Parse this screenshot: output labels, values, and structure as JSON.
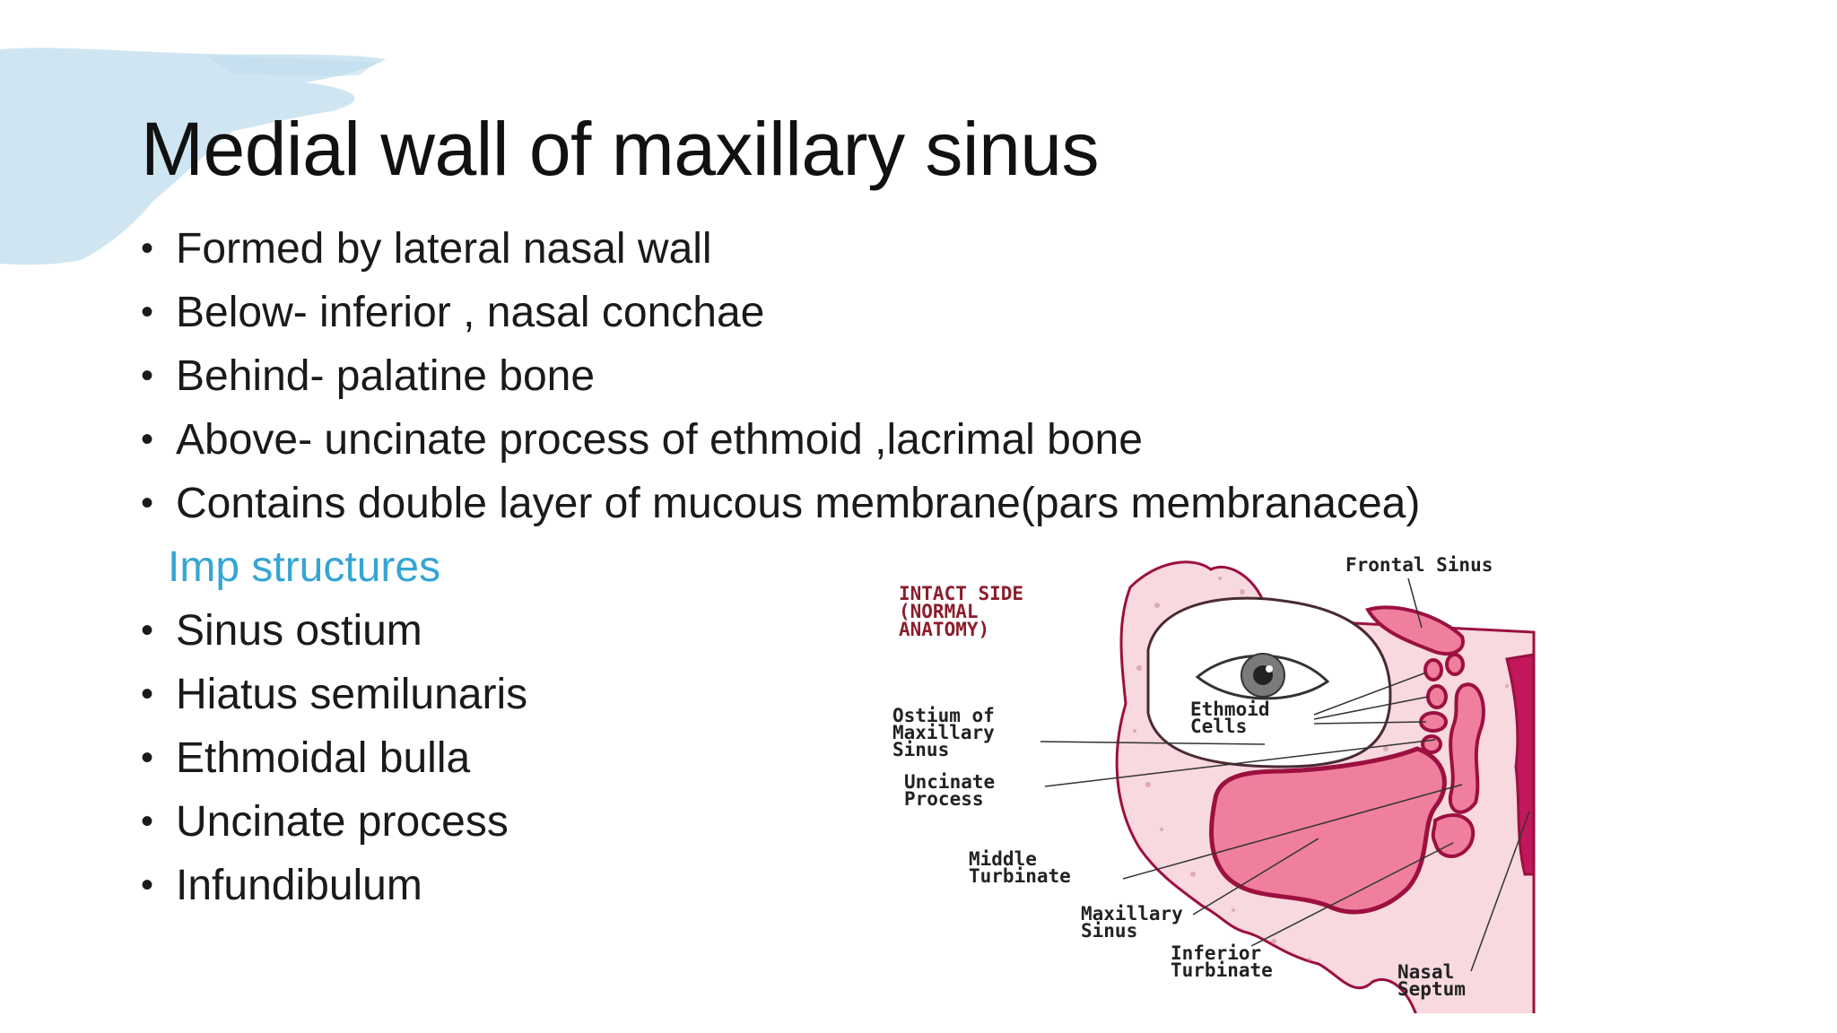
{
  "slide": {
    "title": "Medial wall of maxillary sinus",
    "bullets": [
      "Formed by lateral nasal wall",
      "Below- inferior , nasal conchae",
      "Behind- palatine bone",
      "Above- uncinate process of ethmoid ,lacrimal bone",
      "Contains double layer of mucous membrane(pars membranacea)"
    ],
    "subheading": "Imp structures",
    "structures": [
      "Sinus ostium",
      "Hiatus semilunaris",
      "Ethmoidal bulla",
      "Uncinate process",
      "Infundibulum"
    ],
    "bullet_glyph": "•"
  },
  "diagram": {
    "intact_side": [
      "INTACT SIDE",
      "(NORMAL",
      "ANATOMY)"
    ],
    "frontal_sinus": "Frontal Sinus",
    "ethmoid_cells": [
      "Ethmoid",
      "Cells"
    ],
    "ostium": [
      "Ostium of",
      "Maxillary",
      "Sinus"
    ],
    "uncinate": [
      "Uncinate",
      "Process"
    ],
    "middle_turbinate": [
      "Middle",
      "Turbinate"
    ],
    "maxillary_sinus": [
      "Maxillary",
      "Sinus"
    ],
    "inferior_turbinate": [
      "Inferior",
      "Turbinate"
    ],
    "nasal_septum": [
      "Nasal",
      "Septum"
    ]
  },
  "colors": {
    "accent": "#35a6d3",
    "brush": "#cfe6f2",
    "sinus_fill": "#ef7f9c",
    "sinus_stroke": "#9c1040",
    "bone_fill": "#f7d9df",
    "label_red": "#8b1d2c"
  }
}
